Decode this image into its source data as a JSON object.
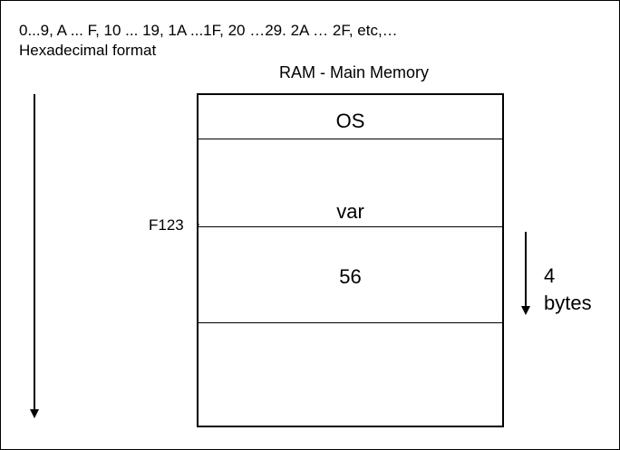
{
  "header": {
    "hex_sequence": "0...9, A ... F, 10 ... 19, 1A ...1F, 20 …29. 2A … 2F, etc,…",
    "hex_format": "Hexadecimal format"
  },
  "memory": {
    "title": "RAM - Main Memory",
    "os_label": "OS",
    "variable_label": "var",
    "value": "56",
    "address": "F123"
  },
  "size": {
    "number": "4",
    "unit": "bytes"
  }
}
